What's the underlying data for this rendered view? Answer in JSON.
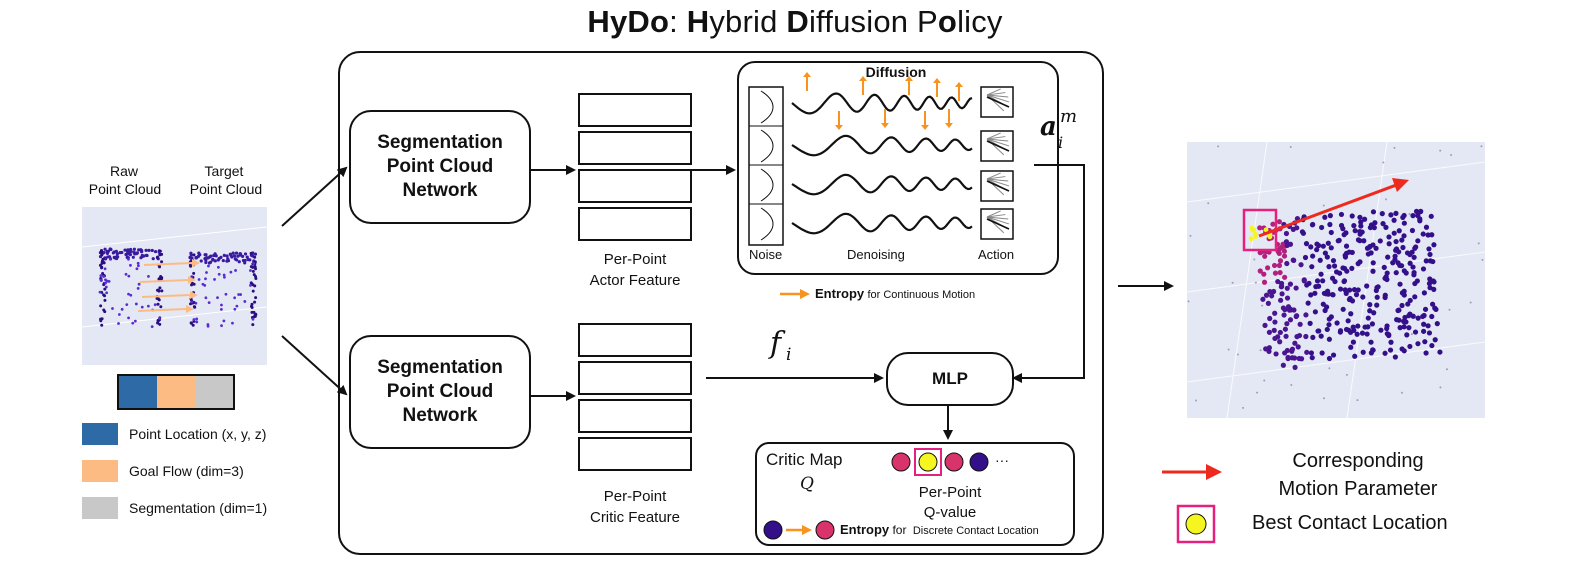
{
  "title": {
    "parts": [
      {
        "text": "HyDo",
        "bold": true
      },
      {
        "text": ": ",
        "bold": false
      },
      {
        "text": "H",
        "bold": true
      },
      {
        "text": "ybrid ",
        "bold": false
      },
      {
        "text": "D",
        "bold": true
      },
      {
        "text": "iffusion P",
        "bold": false
      },
      {
        "text": "o",
        "bold": true
      },
      {
        "text": "licy",
        "bold": false
      }
    ]
  },
  "input": {
    "raw_label_1": "Raw",
    "raw_label_2": "Point Cloud",
    "target_label_1": "Target",
    "target_label_2": "Point Cloud"
  },
  "legend": {
    "items": [
      {
        "label": "Point Location (x, y, z)",
        "color": "#2e6aa6"
      },
      {
        "label": "Goal Flow (dim=3)",
        "color": "#fdbb84"
      },
      {
        "label": "Segmentation (dim=1)",
        "color": "#c8c8c8"
      }
    ]
  },
  "network_top": {
    "line1": "Segmentation",
    "line2": "Point Cloud",
    "line3": "Network"
  },
  "network_bottom": {
    "line1": "Segmentation",
    "line2": "Point Cloud",
    "line3": "Network"
  },
  "actor_feature": {
    "line1": "Per-Point",
    "line2": "Actor Feature"
  },
  "critic_feature": {
    "line1": "Per-Point",
    "line2": "Critic Feature"
  },
  "diffusion": {
    "title": "Diffusion",
    "noise_label": "Noise",
    "denoising_label": "Denoising",
    "action_label": "Action"
  },
  "entropy_continuous": {
    "bold": "Entropy",
    "rest": "for Continuous Motion"
  },
  "math": {
    "a_base": "a",
    "a_sup": "m",
    "a_sub": "i",
    "f_base": "f",
    "f_sub": "i",
    "q": "Q"
  },
  "mlp": {
    "label": "MLP"
  },
  "critic_map": {
    "label": "Critic Map",
    "qvalue_1": "Per-Point",
    "qvalue_2": "Q-value",
    "ellipsis": "···",
    "entropy_bold": "Entropy",
    "entropy_for": "for",
    "entropy_rest": "Discrete Contact Location"
  },
  "output_legend": {
    "motion_1": "Corresponding",
    "motion_2": "Motion Parameter",
    "contact": "Best Contact Location"
  },
  "colors": {
    "orange": "#f7931e",
    "red_arrow": "#ee2a1e",
    "magenta": "#e5207e",
    "yellow": "#f5f520",
    "purple": "#33108a",
    "crimson": "#d9336b",
    "cloud_bg": "#e4e8f4"
  }
}
